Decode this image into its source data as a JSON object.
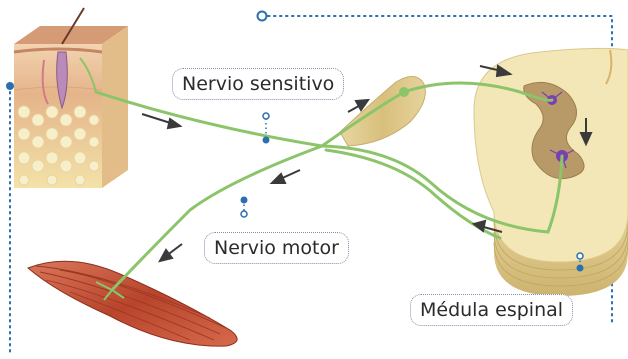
{
  "labels": {
    "sensory_nerve": "Nervio sensitivo",
    "motor_nerve": "Nervio motor",
    "spinal_cord": "Médula espinal"
  },
  "colors": {
    "frame_dots": "#2a6fb0",
    "nerve": "#8cc46a",
    "label_border": "#7d8fa8",
    "spinal_cord": "#f3e7b8",
    "grey_matter": "#b79a68",
    "neuron": "#7a3fb0",
    "muscle": "#c0553a",
    "skin": "#e9c29a",
    "arrow": "#3a3a3a"
  },
  "icons": [
    "skin-block-illustration",
    "muscle-illustration",
    "spinal-cord-illustration",
    "ganglion-illustration"
  ]
}
